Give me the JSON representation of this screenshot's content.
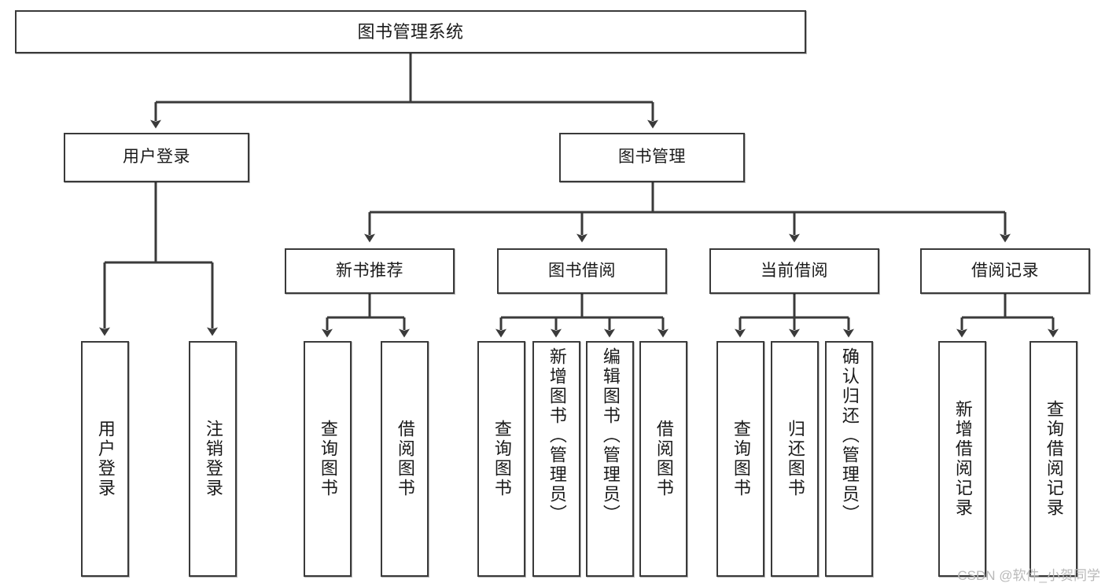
{
  "diagram": {
    "title": "图书管理系统",
    "type": "tree-hierarchy-diagram",
    "root": {
      "label": "图书管理系统"
    },
    "level2": [
      {
        "label": "用户登录"
      },
      {
        "label": "图书管理"
      }
    ],
    "level3": [
      {
        "label": "新书推荐"
      },
      {
        "label": "图书借阅"
      },
      {
        "label": "当前借阅"
      },
      {
        "label": "借阅记录"
      }
    ],
    "leaves": {
      "user_login": [
        {
          "label": "用户登录"
        },
        {
          "label": "注销登录"
        }
      ],
      "new_book_recommend": [
        {
          "label": "查询图书"
        },
        {
          "label": "借阅图书"
        }
      ],
      "book_borrow": [
        {
          "label": "查询图书"
        },
        {
          "label": "新增图书（管理员）"
        },
        {
          "label": "编辑图书（管理员）"
        },
        {
          "label": "借阅图书"
        }
      ],
      "current_borrow": [
        {
          "label": "查询图书"
        },
        {
          "label": "归还图书"
        },
        {
          "label": "确认归还（管理员）"
        }
      ],
      "borrow_record": [
        {
          "label": "新增借阅记录"
        },
        {
          "label": "查询借阅记录"
        }
      ]
    }
  },
  "watermark": {
    "text": "CSDN @软件_小贺同学"
  },
  "colors": {
    "border": "#3a3a3a",
    "background": "#ffffff",
    "text": "#1a1a1a",
    "watermark": "#b9b9b9"
  }
}
